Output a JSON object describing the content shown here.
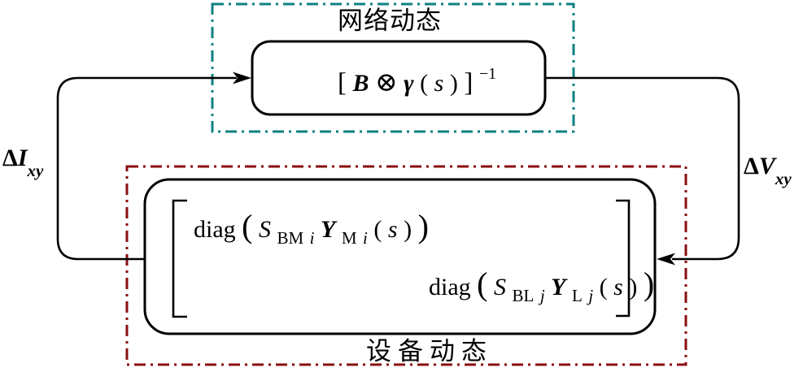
{
  "figure": {
    "type": "feedback-block-diagram",
    "colors": {
      "network_group_border": "#0F8181",
      "device_group_border": "#8A0F0F",
      "group_label_color": "#8A0F0F",
      "line_color": "#000000",
      "background": "#FFFFFF"
    },
    "network_group": {
      "label": "网络动态"
    },
    "device_group": {
      "label": "设备动态"
    },
    "network_block": {
      "formula": {
        "open_bracket": "[",
        "B": "B",
        "otimes": "⊗",
        "gamma": "γ",
        "lparen": "(",
        "s": "s",
        "rparen": ")",
        "close_bracket": "]",
        "exponent": "−1"
      }
    },
    "device_block": {
      "row1": {
        "fn": "diag",
        "big_lparen": "(",
        "S": "S",
        "S_sub_rm": "BM",
        "S_sub_it": "i",
        "Y": "Y",
        "Y_sub_rm": "M",
        "Y_sub_it": "i",
        "lparen": "(",
        "s": "s",
        "rparen": ")",
        "big_rparen": ")"
      },
      "row2": {
        "fn": "diag",
        "big_lparen": "(",
        "S": "S",
        "S_sub_rm": "BL",
        "S_sub_it": "j",
        "Y": "Y",
        "Y_sub_rm": "L",
        "Y_sub_it": "j",
        "lparen": "(",
        "s": "s",
        "rparen": ")",
        "big_rparen": ")"
      }
    },
    "signals": {
      "left": {
        "delta": "Δ",
        "var": "I",
        "sub": "xy"
      },
      "right": {
        "delta": "Δ",
        "var": "V",
        "sub": "xy"
      }
    }
  }
}
